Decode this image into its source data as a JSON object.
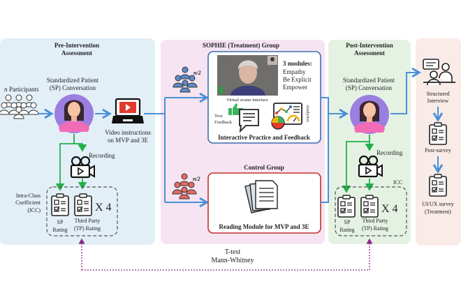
{
  "pre": {
    "title1": "Pre-Intervention",
    "title2": "Assessment",
    "participants": "Participants",
    "participants_n": "n",
    "sp1": "Standardized Patient",
    "sp2": "(SP) Conversation",
    "video1": "Video instructions",
    "video2": "on MVP and 3E",
    "recording": "Recording",
    "icc1": "Intra-Class",
    "icc2": "Coefficient",
    "icc3": "(ICC)",
    "sp_rating1": "SP",
    "sp_rating2": "Rating",
    "tp_rating1": "Third Party",
    "tp_rating2": "(TP) Rating",
    "times": "X 4"
  },
  "treatment": {
    "title": "SOPHIE (Treatment) Group",
    "n": "n/2",
    "modules_title": "3 modules:",
    "modules": [
      "Empathy",
      "Be Explicit",
      "Empower"
    ],
    "avatar_caption": "Virtual avatar interface",
    "text_feedback1": "Text",
    "text_feedback2": "Feedback",
    "analytics": "Analytics",
    "footer": "Interactive Practice and Feedback"
  },
  "control": {
    "title": "Control Group",
    "n": "n/2",
    "footer": "Reading Module for MVP and 3E"
  },
  "post": {
    "title1": "Post-Intervention",
    "title2": "Assessment",
    "sp1": "Standardized Patient",
    "sp2": "(SP) Conversation",
    "recording": "Recording",
    "icc": "ICC",
    "sp_rating1": "SP",
    "sp_rating2": "Rating",
    "tp_rating1": "Third Party",
    "tp_rating2": "(TP) Rating",
    "times": "X 4"
  },
  "followup": {
    "interview1": "Structured",
    "interview2": "Interview",
    "post_survey": "Post-survey",
    "uiux1": "UI/UX survey",
    "uiux2": "(Treatment)"
  },
  "stats": {
    "line1": "T-test",
    "line2": "Mann-Whitney"
  },
  "colors": {
    "flow": "#4a90d9",
    "recording_flow": "#22b04b",
    "stats_link": "#8b2a8b",
    "treatment_box": "#3a6fb0",
    "control_box": "#c0302f",
    "pre_bg": "#e3eff7",
    "mid_bg": "#f6e4f2",
    "post_bg": "#e5f2e3",
    "end_bg": "#f9ebe7"
  }
}
